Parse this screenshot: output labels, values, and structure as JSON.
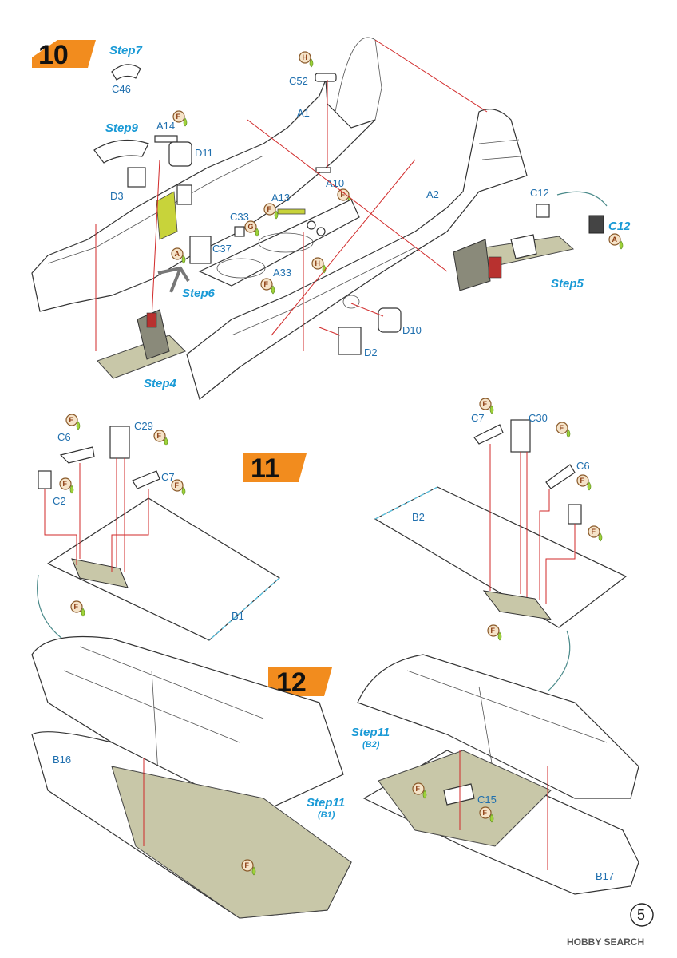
{
  "steps": [
    {
      "number": "10"
    },
    {
      "number": "11"
    },
    {
      "number": "12"
    }
  ],
  "step_refs": {
    "s7": "Step7",
    "s9": "Step9",
    "s6": "Step6",
    "s4": "Step4",
    "s5": "Step5",
    "s11a": "Step11",
    "s11a_sub": "(B1)",
    "s11b": "Step11",
    "s11b_sub": "(B2)"
  },
  "parts": {
    "C46": "C46",
    "A14": "A14",
    "D11": "D11",
    "D3": "D3",
    "C52": "C52",
    "A1": "A1",
    "A10": "A10",
    "A13": "A13",
    "C33": "C33",
    "C37": "C37",
    "A33": "A33",
    "A2": "A2",
    "C12a": "C12",
    "C12b": "C12",
    "D10": "D10",
    "D2": "D2",
    "C6a": "C6",
    "C29": "C29",
    "C2": "C2",
    "C7a": "C7",
    "B1": "B1",
    "C7b": "C7",
    "C30": "C30",
    "C6b": "C6",
    "B2": "B2",
    "B16": "B16",
    "C15": "C15",
    "B17": "B17"
  },
  "color_codes": {
    "h1": "H",
    "f1": "F",
    "f2": "F",
    "f3": "F",
    "g1": "G",
    "h2": "H",
    "a1": "A",
    "f4": "F",
    "a2": "A",
    "f5": "F",
    "f6": "F",
    "f7": "F",
    "f8": "F",
    "f9": "F",
    "f10": "F",
    "f11": "F",
    "f12": "F",
    "f13": "F",
    "f14": "F",
    "f15": "F",
    "f16": "F",
    "f17": "F"
  },
  "page_number": "5",
  "watermark": "HOBBY SEARCH",
  "colors": {
    "accent_orange": "#f28c1e",
    "label_blue": "#1f6fae",
    "step_blue": "#1a9ad6",
    "arrow_red": "#d12a2a",
    "interior_green": "#c8c7a8",
    "seat_red": "#b8312f"
  }
}
